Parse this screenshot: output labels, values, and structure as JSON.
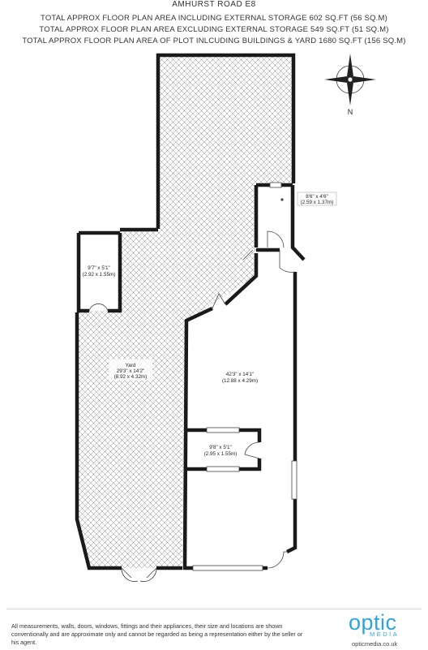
{
  "header": {
    "address": "AMHURST ROAD E8",
    "line1": "TOTAL APPROX FLOOR PLAN AREA INCLUDING EXTERNAL STORAGE 602 SQ.FT (56 SQ.M)",
    "line2": "TOTAL APPROX FLOOR PLAN AREA EXCLUDING EXTERNAL STORAGE 549 SQ.FT (51 SQ.M)",
    "line3": "TOTAL APPROX FLOOR PLAN AREA OF PLOT INLCUDING BUILDINGS & YARD 1680 SQ.FT (156 SQ.M)"
  },
  "compass": {
    "label": "N"
  },
  "rooms": {
    "store_small": {
      "size_imperial": "8'6\" x 4'6\"",
      "size_metric": "(2.59 x 1.37m)"
    },
    "store_yard": {
      "size_imperial": "9'7\" x 5'1\"",
      "size_metric": "(2.92 x 1.55m)"
    },
    "yard": {
      "name": "Yard",
      "size_imperial": "29'3\" x 14'2\"",
      "size_metric": "(8.92 x 4.32m)"
    },
    "main_room": {
      "size_imperial": "42'3\" x 14'1\"",
      "size_metric": "(12.88 x 4.29m)"
    },
    "inner_room": {
      "size_imperial": "9'8\" x 5'1\"",
      "size_metric": "(2.95 x 1.55m)"
    }
  },
  "footer": {
    "disclaimer": "All measurements, walls, doors, windows, fittings and their appliances, their size and locations are shown conventionally and are approximate only and cannot be regarded as being a representation either by the seller or his agent.",
    "logo_word": "optic",
    "logo_sub": "MEDIA",
    "logo_url": "opticmedia.co.uk"
  }
}
